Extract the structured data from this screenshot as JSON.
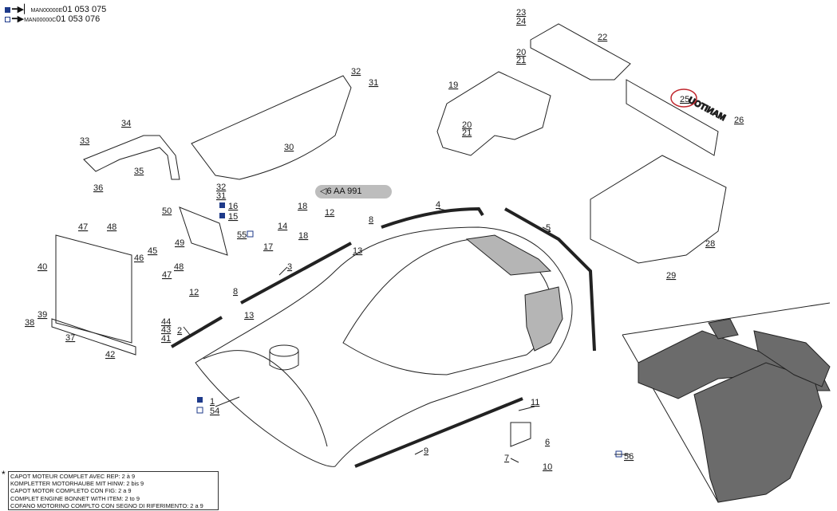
{
  "header": {
    "line1_prefix": "MAN00000E",
    "line1_code": "01 053 075",
    "line2_prefix": "MAN00000C",
    "line2_code": "01 053 076"
  },
  "reference_tag": "6 AA 991",
  "decal_text": "MANITOU",
  "labels": [
    "1",
    "2",
    "3",
    "4",
    "5",
    "6",
    "7",
    "8",
    "8",
    "9",
    "10",
    "11",
    "12",
    "12",
    "13",
    "13",
    "14",
    "15",
    "16",
    "17",
    "18",
    "18",
    "19",
    "20",
    "21",
    "20",
    "21",
    "22",
    "23",
    "24",
    "25",
    "26",
    "28",
    "29",
    "30",
    "31",
    "31",
    "32",
    "32",
    "33",
    "34",
    "35",
    "36",
    "37",
    "38",
    "39",
    "40",
    "41",
    "42",
    "43",
    "44",
    "45",
    "46",
    "47",
    "47",
    "48",
    "48",
    "49",
    "50",
    "54",
    "55",
    "56"
  ],
  "note": {
    "star": "*",
    "lines": [
      "CAPOT MOTEUR COMPLET AVEC REP: 2 à 9",
      "KOMPLETTER MOTORHAUBE MIT HINW: 2 bis 9",
      "CAPOT MOTOR COMPLETO CON FIG: 2 a 9",
      "COMPLET ENGINE BONNET WITH ITEM: 2 to 9",
      "COFANO MOTORINO COMPLTO CON SEGNO DI RIFERIMENTO: 2 a 9"
    ]
  },
  "colors": {
    "marker": "#1e3a8a",
    "highlight_circle": "#c0262d",
    "pad_fill": "#6b6b6b",
    "glass_fill": "#b5b5b5"
  }
}
